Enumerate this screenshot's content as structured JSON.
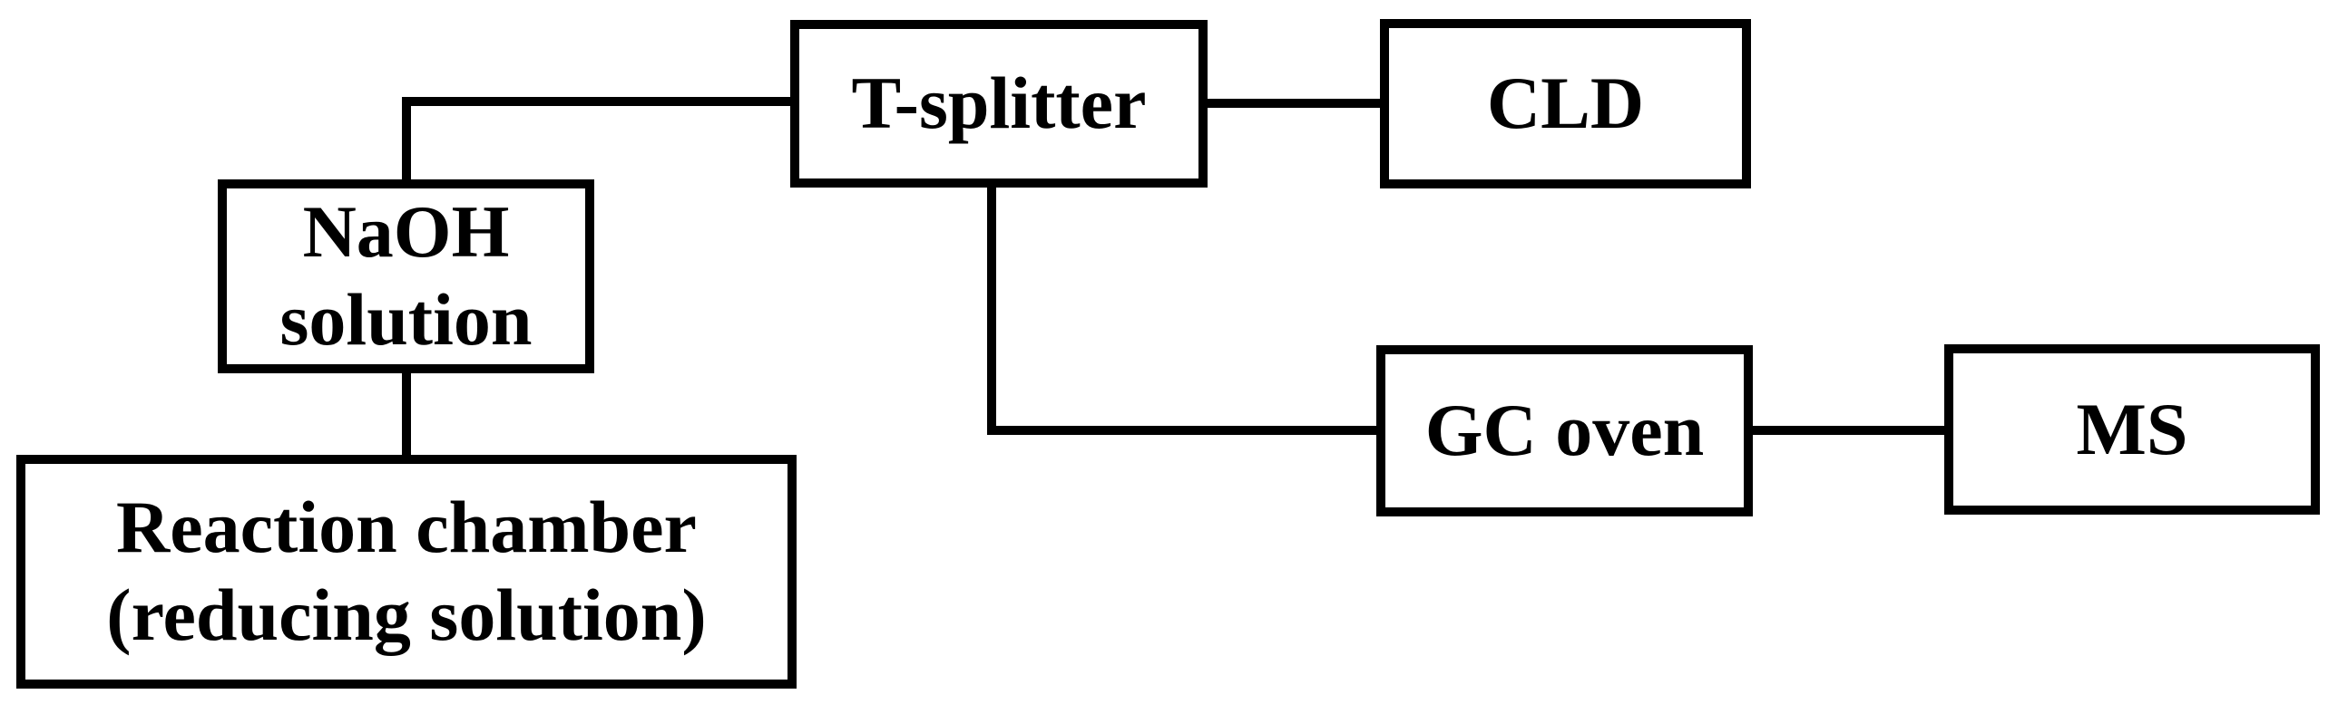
{
  "diagram": {
    "type": "flowchart",
    "colors": {
      "background": "#ffffff",
      "box_fill": "#ffffff",
      "box_border": "#000000",
      "line": "#000000",
      "text": "#000000"
    },
    "nodes": {
      "t_splitter": {
        "label": "T-splitter"
      },
      "cld": {
        "label": "CLD"
      },
      "naoh_solution": {
        "label": "NaOH\nsolution"
      },
      "reaction_chamber": {
        "label": "Reaction chamber\n(reducing solution)"
      },
      "gc_oven": {
        "label": "GC oven"
      },
      "ms": {
        "label": "MS"
      }
    },
    "connections": [
      {
        "from": "t_splitter",
        "to": "naoh_solution",
        "style": "elbow",
        "arrow": false
      },
      {
        "from": "t_splitter",
        "to": "cld",
        "style": "straight",
        "arrow": false
      },
      {
        "from": "naoh_solution",
        "to": "reaction_chamber",
        "style": "straight",
        "arrow": false
      },
      {
        "from": "t_splitter",
        "to": "gc_oven",
        "style": "elbow",
        "arrow": false
      },
      {
        "from": "gc_oven",
        "to": "ms",
        "style": "straight",
        "arrow": false
      }
    ]
  }
}
